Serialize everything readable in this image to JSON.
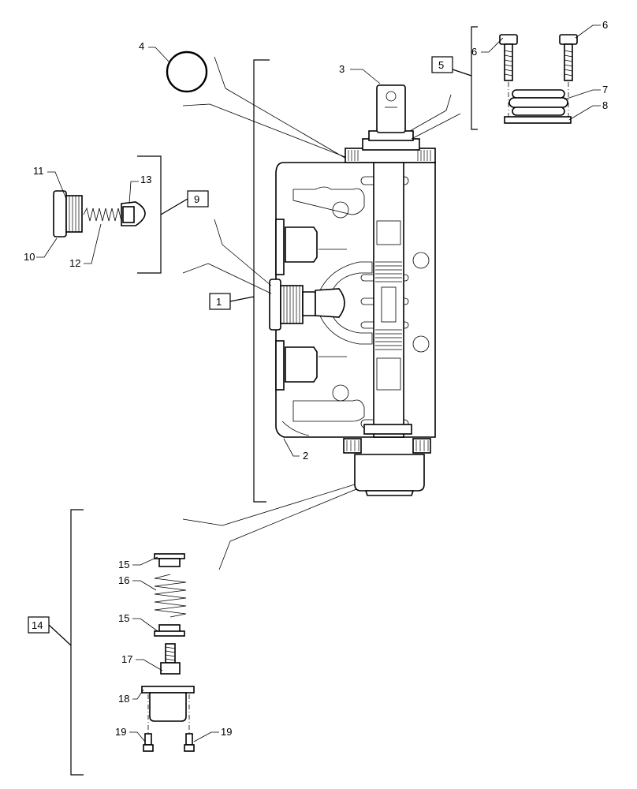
{
  "callouts": {
    "c1": "1",
    "c2": "2",
    "c3": "3",
    "c4": "4",
    "c5": "5",
    "c6a": "6",
    "c6b": "6",
    "c7": "7",
    "c8": "8",
    "c9": "9",
    "c10": "10",
    "c11": "11",
    "c12": "12",
    "c13": "13",
    "c14": "14",
    "c15a": "15",
    "c15b": "15",
    "c16": "16",
    "c17": "17",
    "c18": "18",
    "c19a": "19",
    "c19b": "19"
  },
  "assemblies": [
    "1",
    "5",
    "9",
    "14"
  ]
}
